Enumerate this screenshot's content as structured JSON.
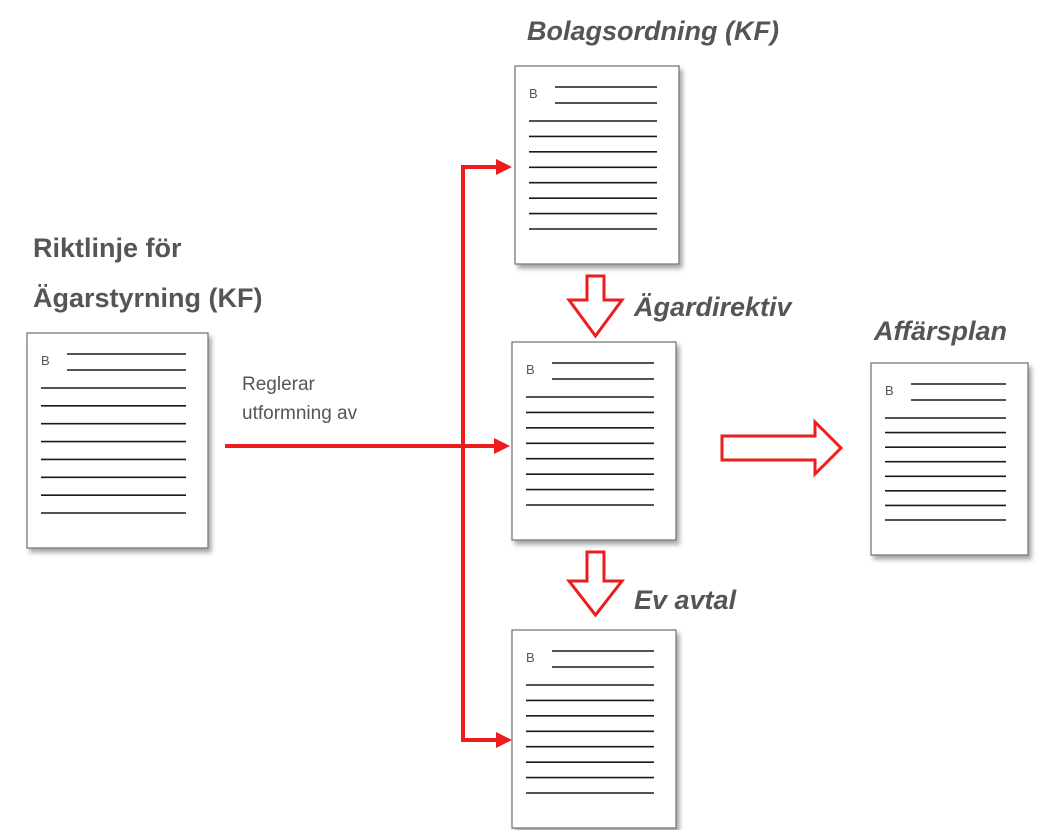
{
  "title_left": {
    "line1": "Riktlinje för",
    "line2": "Ägarstyrning (KF)"
  },
  "connector_label": {
    "line1": "Reglerar",
    "line2": "utformning av"
  },
  "labels": {
    "bolagsordning": "Bolagsordning (KF)",
    "agardirektiv": "Ägardirektiv",
    "affarsplan": "Affärsplan",
    "ev_avtal": "Ev avtal"
  },
  "document_letter": "B",
  "colors": {
    "arrow": "#ee1c1c",
    "text": "#555555",
    "doc_border": "#6e6e6e"
  }
}
